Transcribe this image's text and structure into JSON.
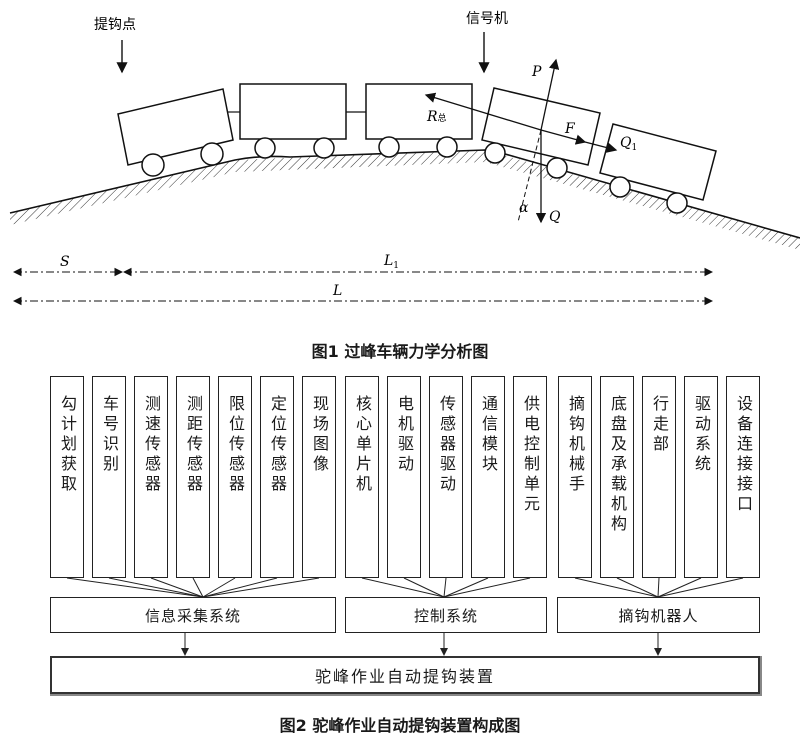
{
  "figure1": {
    "caption": "图1   过峰车辆力学分析图",
    "label_hook_point": "提钩点",
    "label_signal": "信号机",
    "force_P": "P",
    "force_R": "R",
    "force_R_sub": "总",
    "force_F": "F",
    "force_Q1": "Q",
    "force_Q1_sub": "1",
    "force_Q": "Q",
    "angle_alpha": "α",
    "dim_S": "S",
    "dim_L1": "L",
    "dim_L1_sub": "1",
    "dim_L": "L"
  },
  "figure2": {
    "caption": "图2   驼峰作业自动提钩装置构成图",
    "modules": [
      "勾计划获取",
      "车号识别",
      "测速传感器",
      "测距传感器",
      "限位传感器",
      "定位传感器",
      "现场图像",
      "核心单片机",
      "电机驱动",
      "传感器驱动",
      "通信模块",
      "供电控制单元",
      "摘钩机械手",
      "底盘及承载机构",
      "行走部",
      "驱动系统",
      "设备连接接口"
    ],
    "systems": [
      "信息采集系统",
      "控制系统",
      "摘钩机器人"
    ],
    "device": "驼峰作业自动提钩装置"
  }
}
